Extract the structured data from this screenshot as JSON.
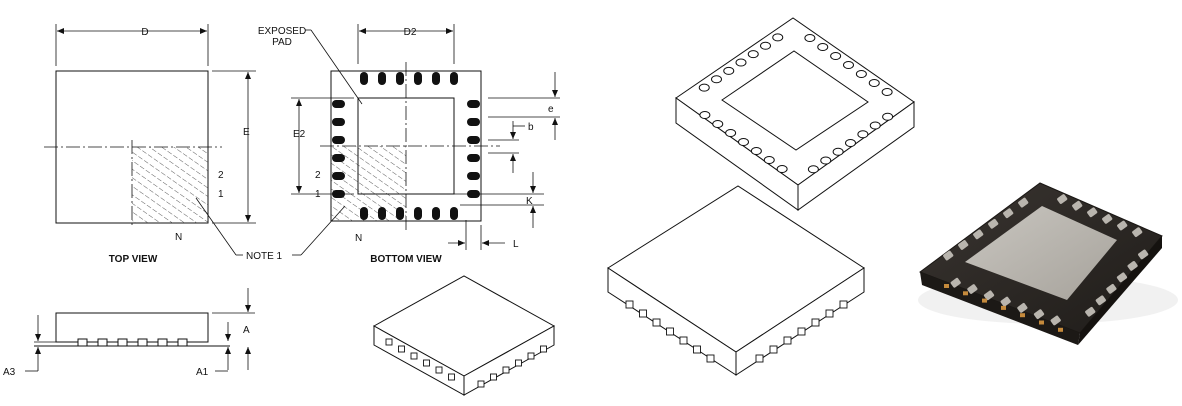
{
  "top_view": {
    "caption": "TOP VIEW",
    "dim_width": "D",
    "dim_height": "E",
    "pin_2": "2",
    "pin_1": "1",
    "corner": "N"
  },
  "bottom_view": {
    "caption": "BOTTOM VIEW",
    "exposed_pad": [
      "EXPOSED",
      "PAD"
    ],
    "dim_pad_width": "D2",
    "dim_pad_height": "E2",
    "pitch": "e",
    "lead_width": "b",
    "pad_gap": "K",
    "lead_length": "L",
    "pin_2": "2",
    "pin_1": "1",
    "corner": "N"
  },
  "note": "NOTE 1",
  "side_view": {
    "height": "A",
    "standoff": "A1",
    "lead_thickness": "A3"
  },
  "colors": {
    "line": "#111111",
    "lead_fill": "#111111",
    "photo_body": "#2e2a26",
    "photo_pad": "#b9b5ae",
    "photo_contact": "#c58a3c"
  }
}
